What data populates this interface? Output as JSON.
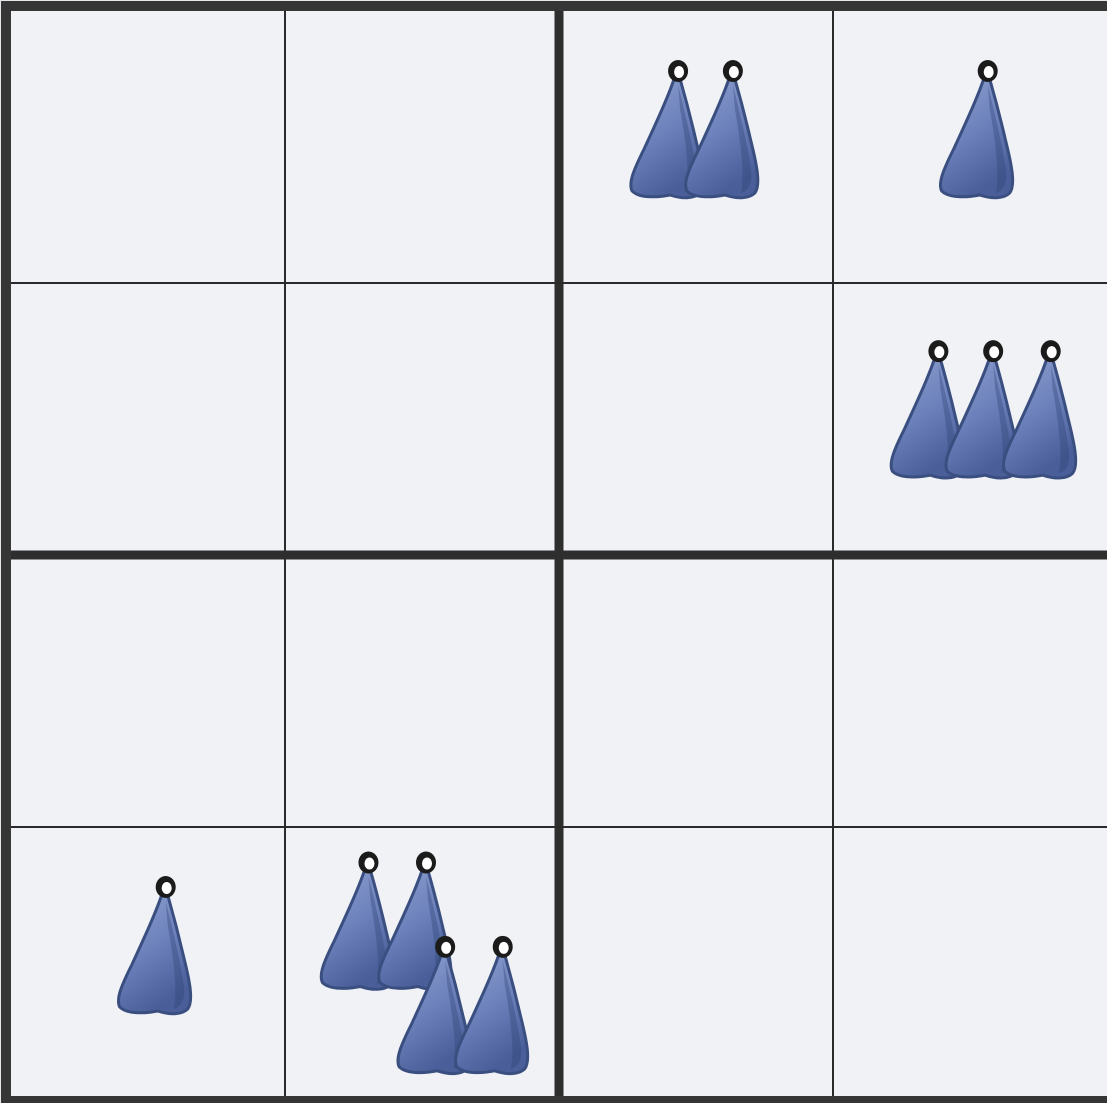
{
  "board": {
    "rows": 4,
    "cols": 4,
    "block_size": 2,
    "colors": {
      "cell_background": "#f1f2f6",
      "thin_line": "#2a2a2a",
      "thick_line": "#2e2e2e",
      "robe_light": "#8fa2d1",
      "robe_dark": "#4a5f9a",
      "head": "#1b1b1b"
    },
    "cells": [
      [
        0,
        0,
        2,
        1
      ],
      [
        0,
        0,
        0,
        3
      ],
      [
        0,
        0,
        0,
        0
      ],
      [
        1,
        4,
        0,
        0
      ]
    ],
    "piece_icon": "robed-figure-icon"
  }
}
